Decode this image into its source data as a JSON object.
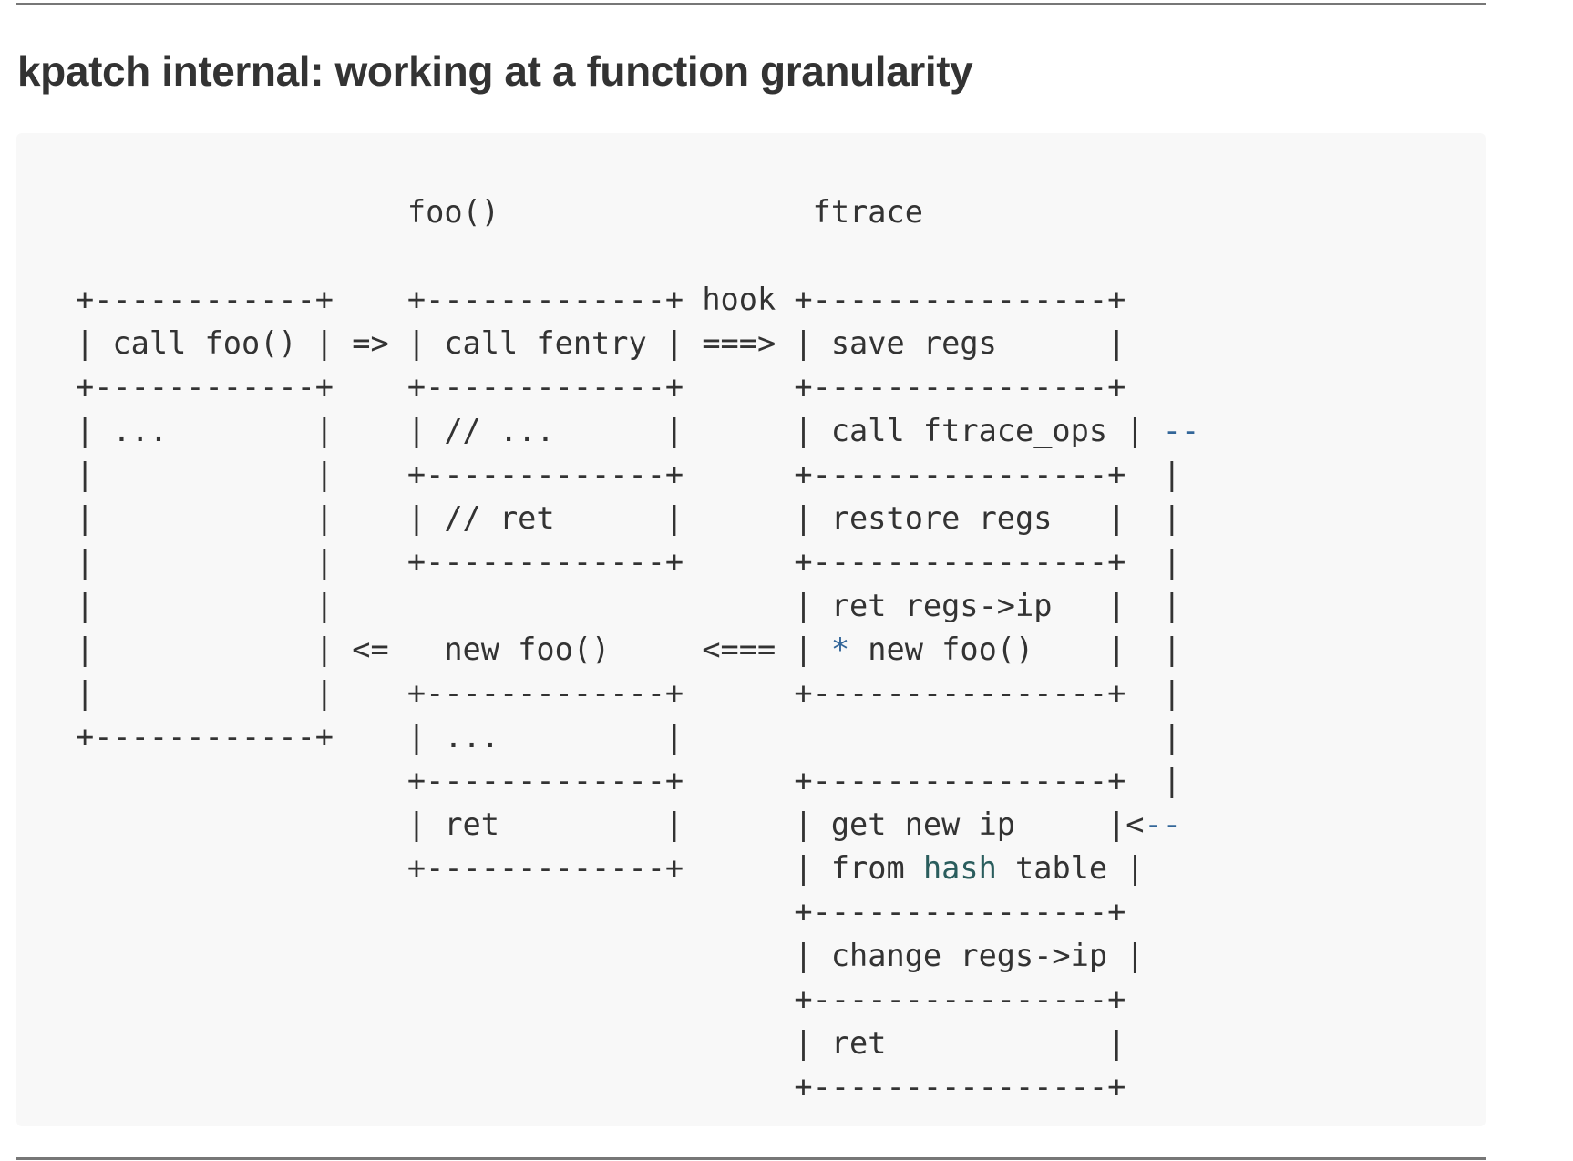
{
  "document": {
    "title": "kpatch internal: working at a function granularity"
  },
  "diagram": {
    "lines": [
      [
        {
          "t": "                  foo()                 ftrace"
        }
      ],
      [
        {
          "t": ""
        }
      ],
      [
        {
          "t": "+------------+    +-------------+ hook +----------------+"
        }
      ],
      [
        {
          "t": "| call foo() | => | call fentry | ===> | save regs      |"
        }
      ],
      [
        {
          "t": "+------------+    +-------------+      +----------------+"
        }
      ],
      [
        {
          "t": "| ...        |    | // ...      |      | call ftrace_ops | "
        },
        {
          "t": "--",
          "c": "accent-blue"
        }
      ],
      [
        {
          "t": "|            |    +-------------+      +----------------+  |"
        }
      ],
      [
        {
          "t": "|            |    | // ret      |      | restore regs   |  |"
        }
      ],
      [
        {
          "t": "|            |    +-------------+      +----------------+  |"
        }
      ],
      [
        {
          "t": "|            |                         | ret regs->ip   |  |"
        }
      ],
      [
        {
          "t": "|            | <=   new foo()     <=== | "
        },
        {
          "t": "*",
          "c": "accent-blue"
        },
        {
          "t": " new foo()    |  |"
        }
      ],
      [
        {
          "t": "|            |    +-------------+      +----------------+  |"
        }
      ],
      [
        {
          "t": "+------------+    | ...         |                          |"
        }
      ],
      [
        {
          "t": "                  +-------------+      +----------------+  |"
        }
      ],
      [
        {
          "t": "                  | ret         |      | get new ip     |<"
        },
        {
          "t": "--",
          "c": "accent-blue"
        }
      ],
      [
        {
          "t": "                  +-------------+      | from "
        },
        {
          "t": "hash",
          "c": "accent-teal"
        },
        {
          "t": " table |"
        }
      ],
      [
        {
          "t": "                                       +----------------+"
        }
      ],
      [
        {
          "t": "                                       | change regs->ip |"
        }
      ],
      [
        {
          "t": "                                       +----------------+"
        }
      ],
      [
        {
          "t": "                                       | ret            |"
        }
      ],
      [
        {
          "t": "                                       +----------------+"
        }
      ]
    ]
  }
}
